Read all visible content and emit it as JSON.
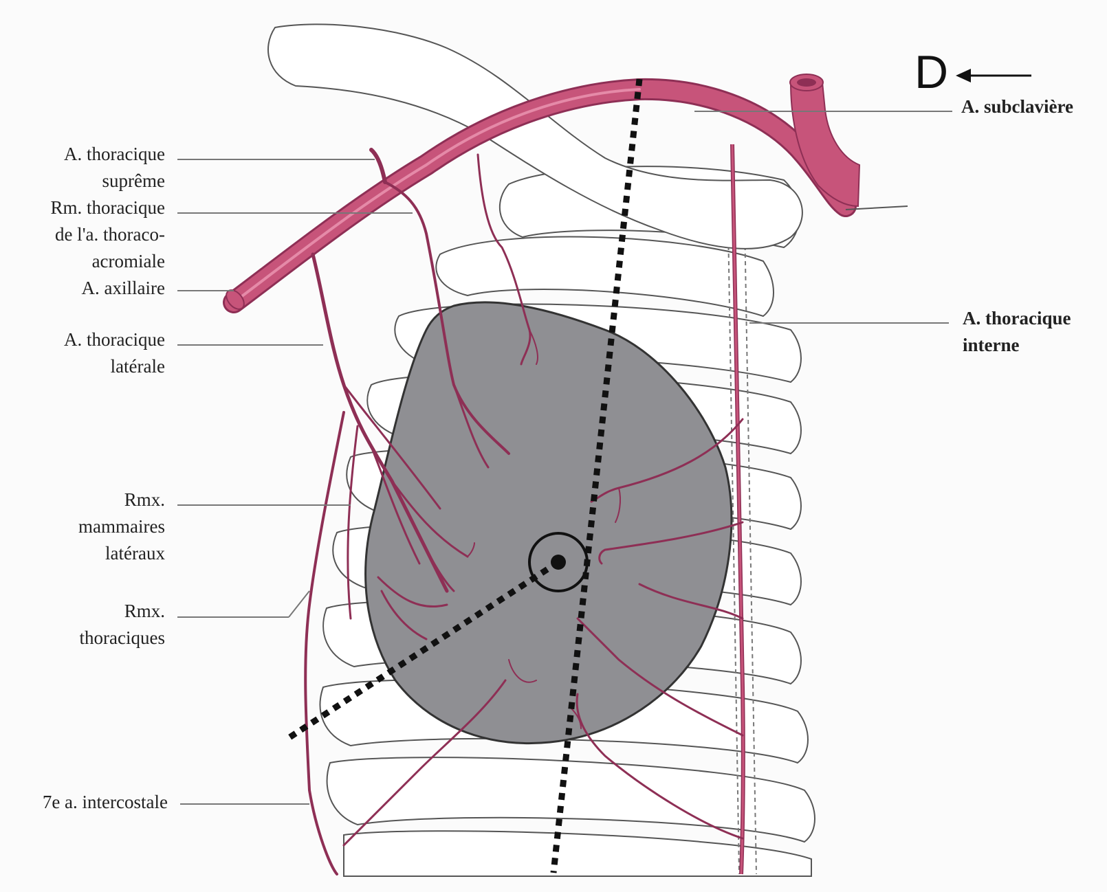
{
  "direction_letter": "D",
  "labels": {
    "thoracique_supreme": [
      "A. thoracique",
      "suprême"
    ],
    "rm_thoracique": [
      "Rm. thoracique",
      "de l'a. thoraco-",
      "acromiale"
    ],
    "axillaire": [
      "A. axillaire"
    ],
    "thoracique_laterale": [
      "A. thoracique",
      "latérale"
    ],
    "rmx_mammaires": [
      "Rmx.",
      "mammaires",
      "latéraux"
    ],
    "rmx_thoraciques": [
      "Rmx.",
      "thoraciques"
    ],
    "intercostale": [
      "7e a. intercostale"
    ],
    "subclaviere": [
      "A. subclavière"
    ],
    "thoracique_interne": [
      "A. thoracique",
      "interne"
    ]
  },
  "colors": {
    "artery": "#c7547a",
    "artery_dark": "#8e2f55",
    "breast": "#8f8f93",
    "rib_outline": "#555555",
    "leader": "#777777",
    "background": "#fbfbfb"
  }
}
